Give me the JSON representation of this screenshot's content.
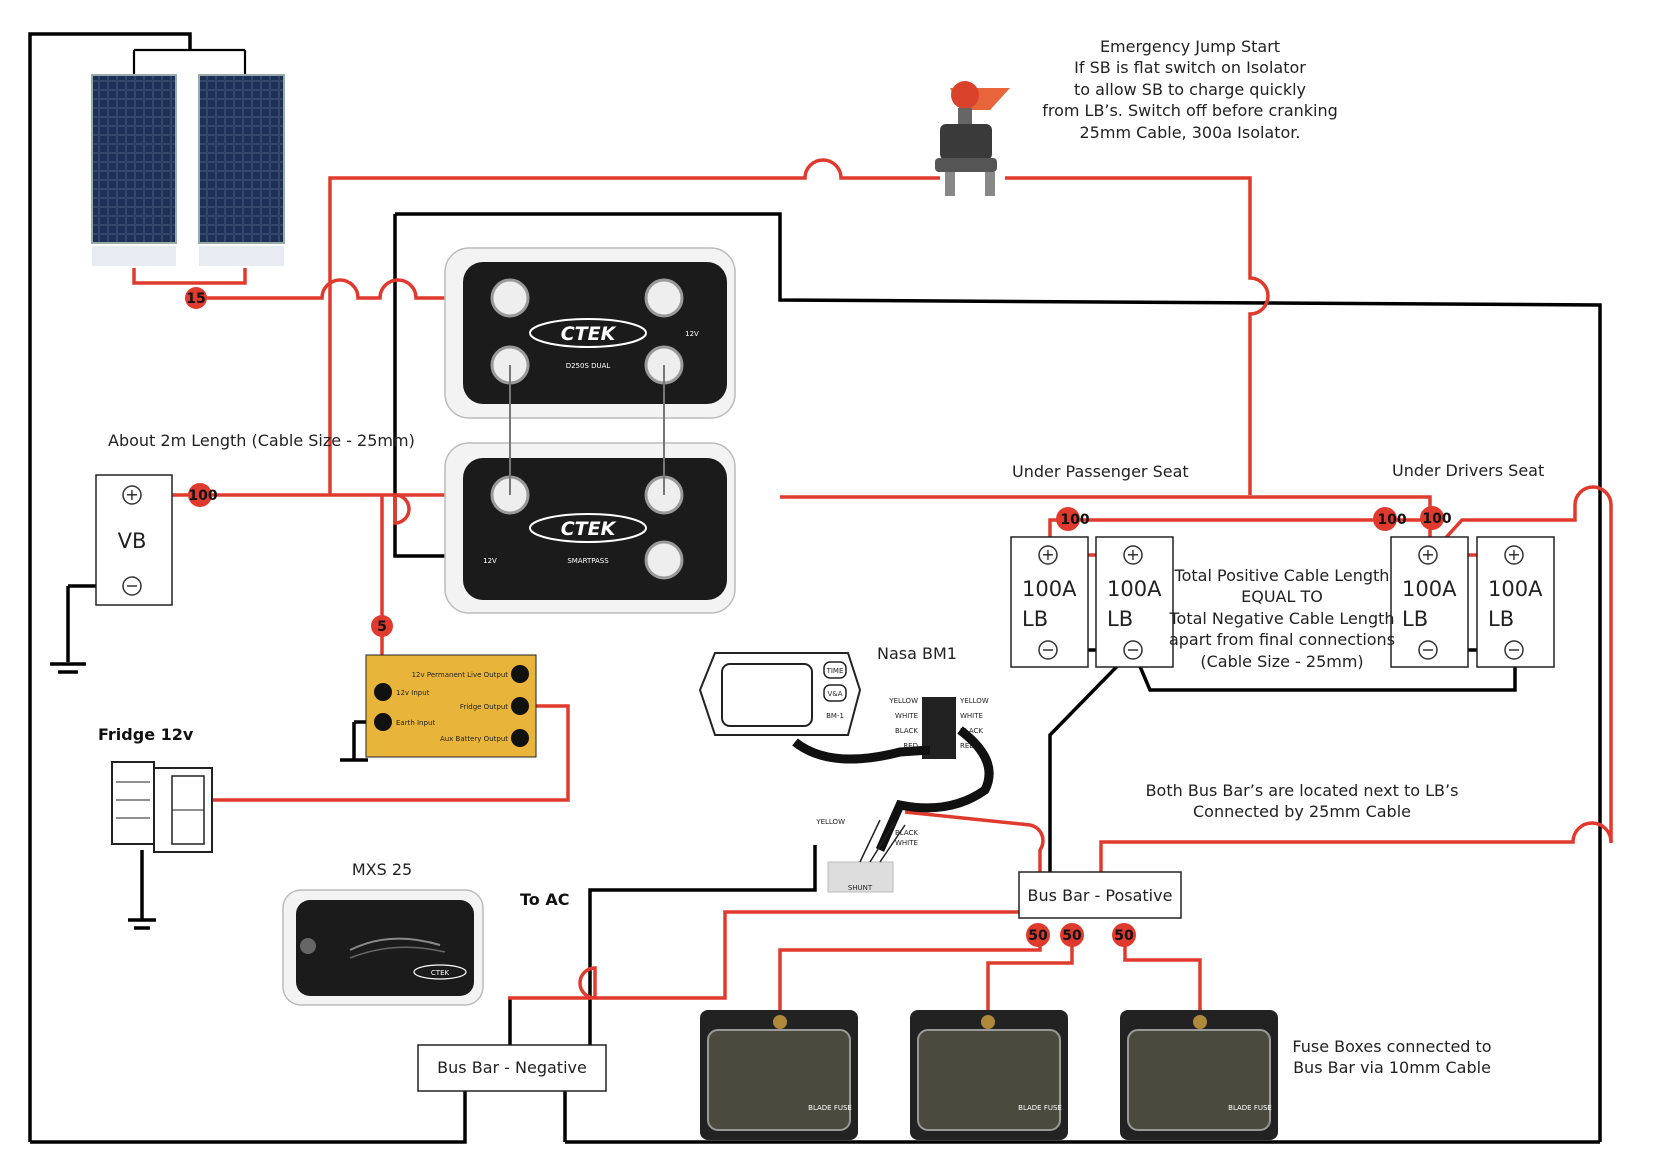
{
  "notes": {
    "jump_start": [
      "Emergency Jump Start",
      "If SB is flat switch on Isolator",
      "to allow SB to charge quickly",
      "from LB’s. Switch off before cranking",
      "25mm Cable, 300a Isolator."
    ],
    "cable_length": "About 2m Length (Cable Size - 25mm)",
    "passenger_seat": "Under Passenger Seat",
    "drivers_seat": "Under Drivers Seat",
    "equal_length": [
      "Total Positive Cable Length",
      "EQUAL TO",
      "Total Negative Cable Length",
      "apart from final connections",
      "(Cable Size - 25mm)"
    ],
    "bus_bars": [
      "Both Bus Bar’s are located next to LB’s",
      "Connected by 25mm Cable"
    ],
    "fuse_boxes": [
      "Fuse Boxes connected to",
      "Bus Bar via 10mm Cable"
    ]
  },
  "components": {
    "vb_label": "VB",
    "lb_batteries": [
      {
        "capacity": "100A",
        "type": "LB"
      },
      {
        "capacity": "100A",
        "type": "LB"
      },
      {
        "capacity": "100A",
        "type": "LB"
      },
      {
        "capacity": "100A",
        "type": "LB"
      }
    ],
    "nasa_bm1": "Nasa BM1",
    "fridge": "Fridge 12v",
    "mxs25": "MXS 25",
    "to_ac": "To AC",
    "bus_bar_positive": "Bus Bar - Posative",
    "bus_bar_negative": "Bus Bar - Negative",
    "ctek_brand": "CTEK",
    "ctek_top_model": "D250S DUAL",
    "ctek_bottom_model": "SMARTPASS",
    "ctek_voltage": "12V",
    "shunt": "SHUNT",
    "fuse_label": "BLADE FUSE",
    "fuse_panel": {
      "permanent_live": "12v Permanent Live Output",
      "input": "12v Input",
      "fridge_output": "Fridge Output",
      "earth_input": "Earth Input",
      "aux_output": "Aux Battery Output"
    },
    "bm1_wires_left": [
      "YELLOW",
      "WHITE",
      "BLACK",
      "RED"
    ],
    "bm1_wires_right": [
      "YELLOW",
      "WHITE",
      "BLACK",
      "RED"
    ],
    "bm1_buttons": [
      "TIME",
      "V&A",
      "BM-1"
    ],
    "shunt_wires": [
      "YELLOW",
      "BLACK",
      "WHITE"
    ]
  },
  "cable_badges": {
    "solar": "15",
    "vb_out": "100",
    "fuse_panel_in": "5",
    "lb_left": "100",
    "lb_right_a": "100",
    "lb_right_b": "100",
    "fuse_a": "50",
    "fuse_b": "50",
    "fuse_c": "50"
  },
  "colors": {
    "positive": "#e03a2f",
    "negative": "#000000",
    "fuse_panel": "#e8b53a",
    "ctek_body": "#1b1b1b"
  }
}
